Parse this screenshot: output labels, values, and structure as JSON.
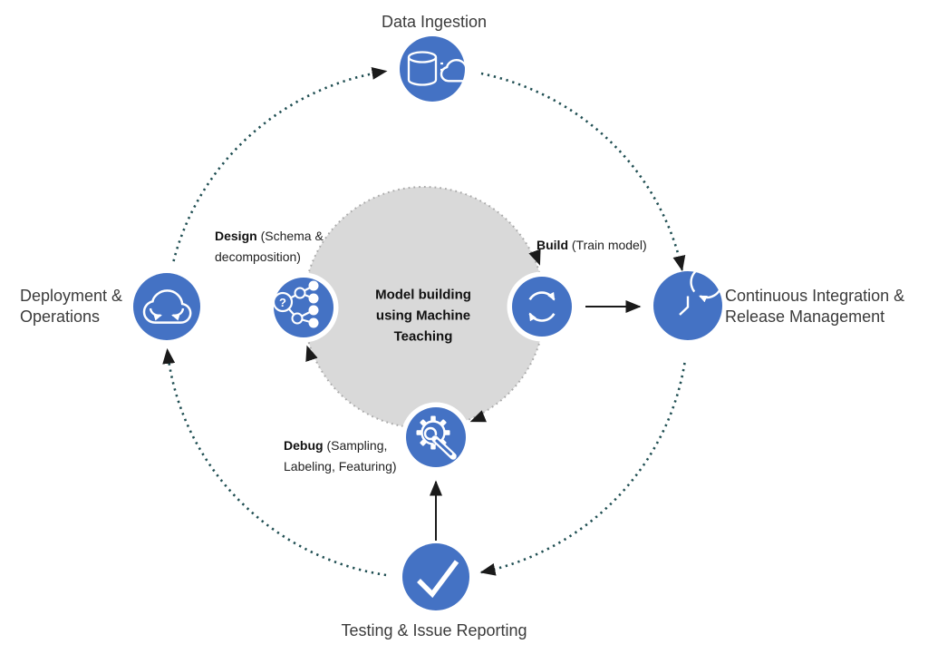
{
  "colors": {
    "node_blue": "#4472C4",
    "outer_dots_teal": "#1f4e52",
    "inner_circle_fill": "#d9d9d9",
    "inner_circle_dots": "#ababab",
    "arrow_black": "#1a1a1a",
    "label_text": "#3b3b3b"
  },
  "outer_nodes": {
    "top": {
      "label": "Data Ingestion",
      "icon": "database-cloud-icon"
    },
    "right": {
      "label_lines": [
        "Continuous Integration &",
        "Release Management"
      ],
      "icon": "clock-history-icon"
    },
    "bottom": {
      "label": "Testing & Issue Reporting",
      "icon": "checkmark-icon"
    },
    "left": {
      "label_lines": [
        "Deployment &",
        "Operations"
      ],
      "icon": "cloud-sync-icon"
    }
  },
  "inner_cycle": {
    "center_title_lines": [
      "Model building",
      "using Machine",
      "Teaching"
    ],
    "design": {
      "name": "Design",
      "detail": " (Schema & decomposition)",
      "icon": "schema-decomposition-icon",
      "question_mark": "?"
    },
    "build": {
      "name": "Build",
      "detail": " (Train model)",
      "icon": "sync-arrows-icon"
    },
    "debug": {
      "name": "Debug",
      "detail": " (Sampling, Labeling, Featuring)",
      "icon": "gear-wrench-icon"
    }
  }
}
